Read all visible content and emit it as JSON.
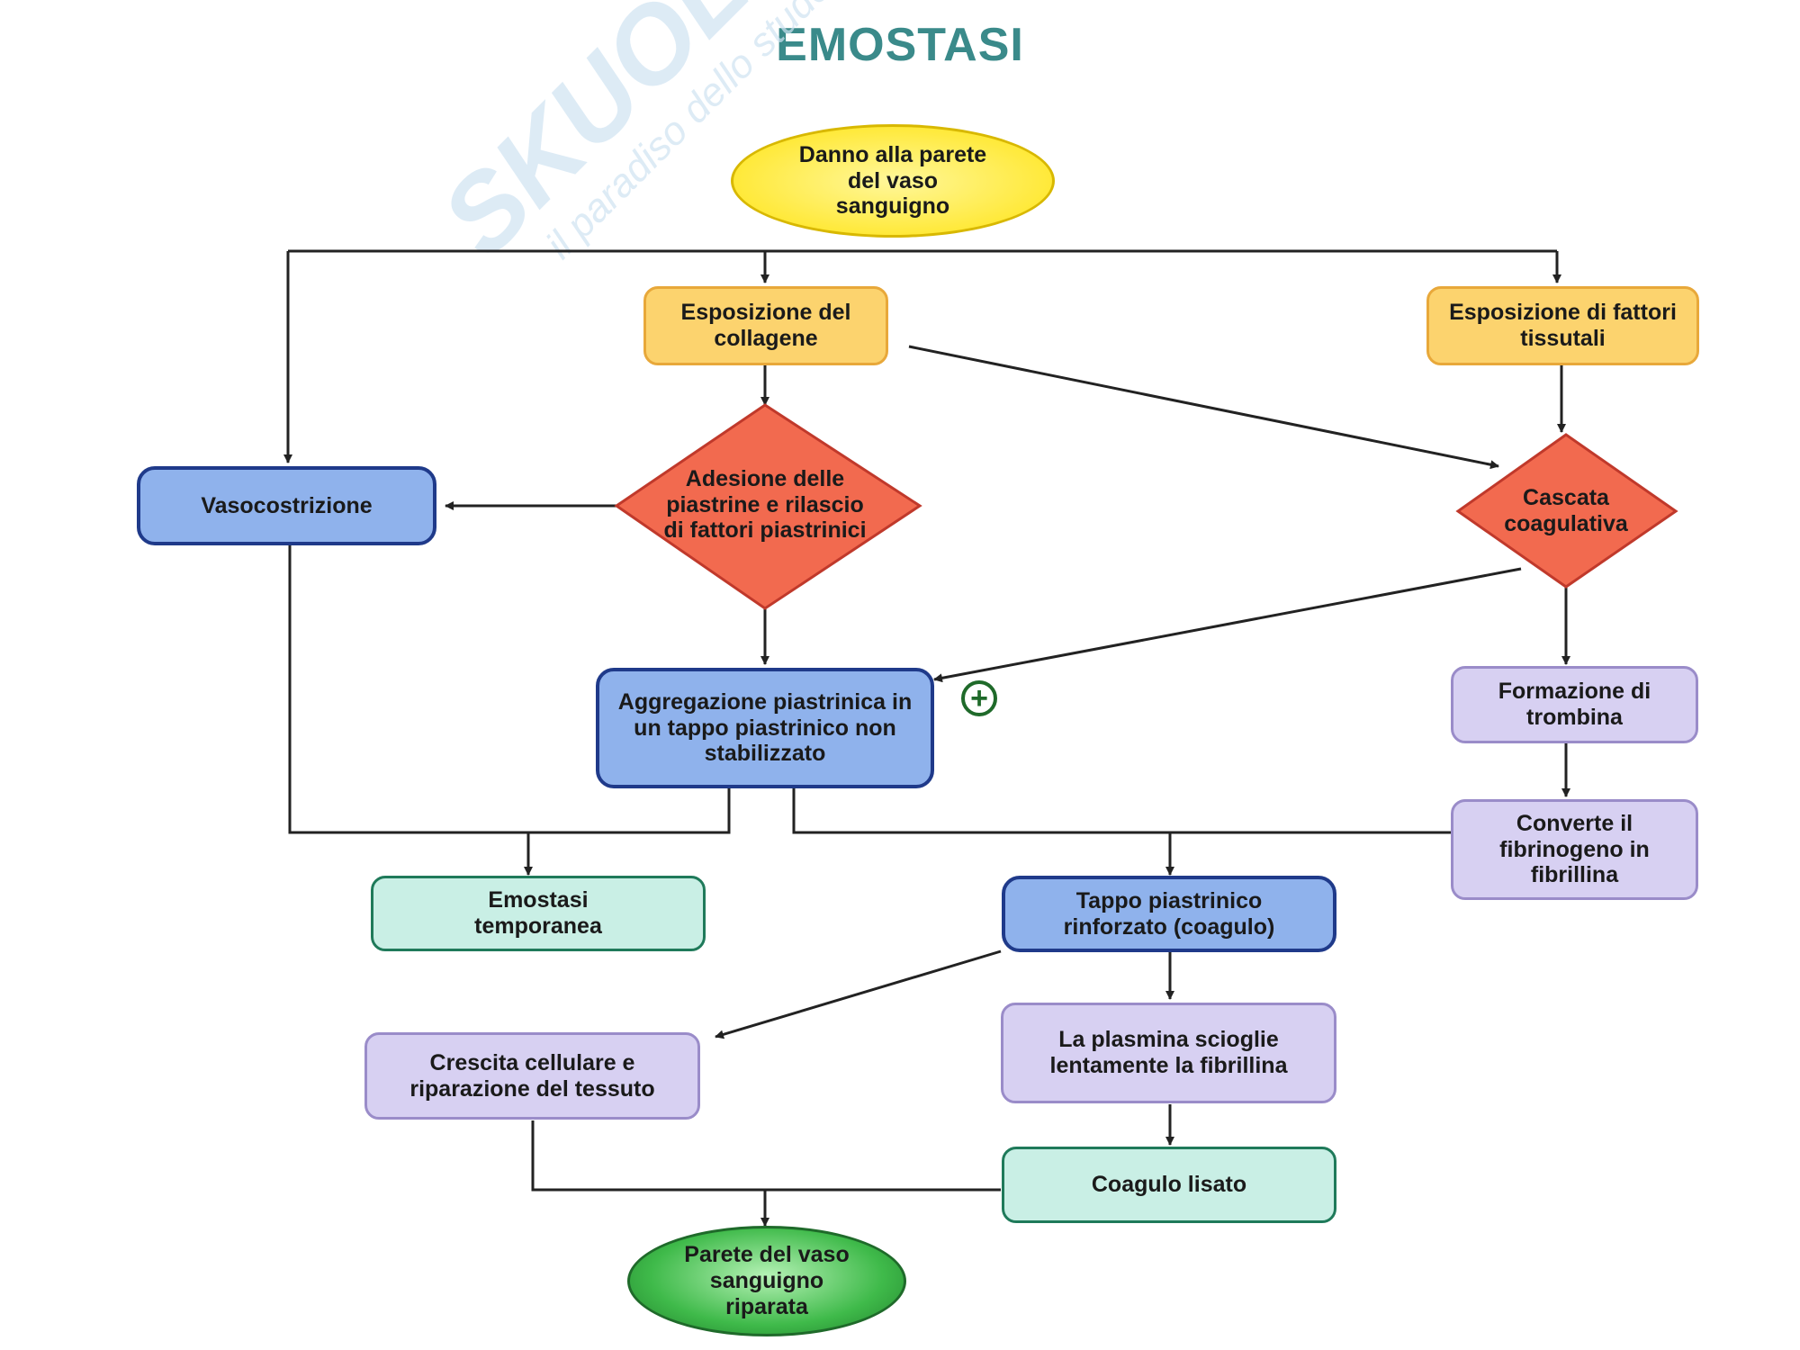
{
  "title": "EMOSTASI",
  "watermark": {
    "brand": "SKUOLA.net",
    "tagline": "il paradiso dello studente"
  },
  "nodes": {
    "danno": "Danno alla parete del vaso sanguigno",
    "collagene": "Esposizione del collagene",
    "fattori_tissutali": "Esposizione di fattori tissutali",
    "vasocostrizione": "Vasocostrizione",
    "adesione": "Adesione delle piastrine e rilascio di fattori piastrinici",
    "cascata": "Cascata coagulativa",
    "aggregazione": "Aggregazione piastrinica in un tappo piastrinico non stabilizzato",
    "trombina": "Formazione di trombina",
    "converte": "Converte il fibrinogeno in fibrillina",
    "emostasi_temp": "Emostasi temporanea",
    "tappo": "Tappo piastrinico rinforzato (coagulo)",
    "crescita": "Crescita cellulare e riparazione del tessuto",
    "plasmina": "La plasmina scioglie lentamente la fibrillina",
    "coagulo_lisato": "Coagulo lisato",
    "riparata": "Parete del vaso sanguigno riparata"
  },
  "symbols": {
    "positive_feedback": "+"
  },
  "colors": {
    "title": "#3a8a8a",
    "yellow": "#fcd36e",
    "blue": "#8fb2ec",
    "red": "#f26a4f",
    "teal": "#c9efe5",
    "lavender": "#d7d0f2",
    "green": "#3fba4a",
    "line": "#222222"
  }
}
